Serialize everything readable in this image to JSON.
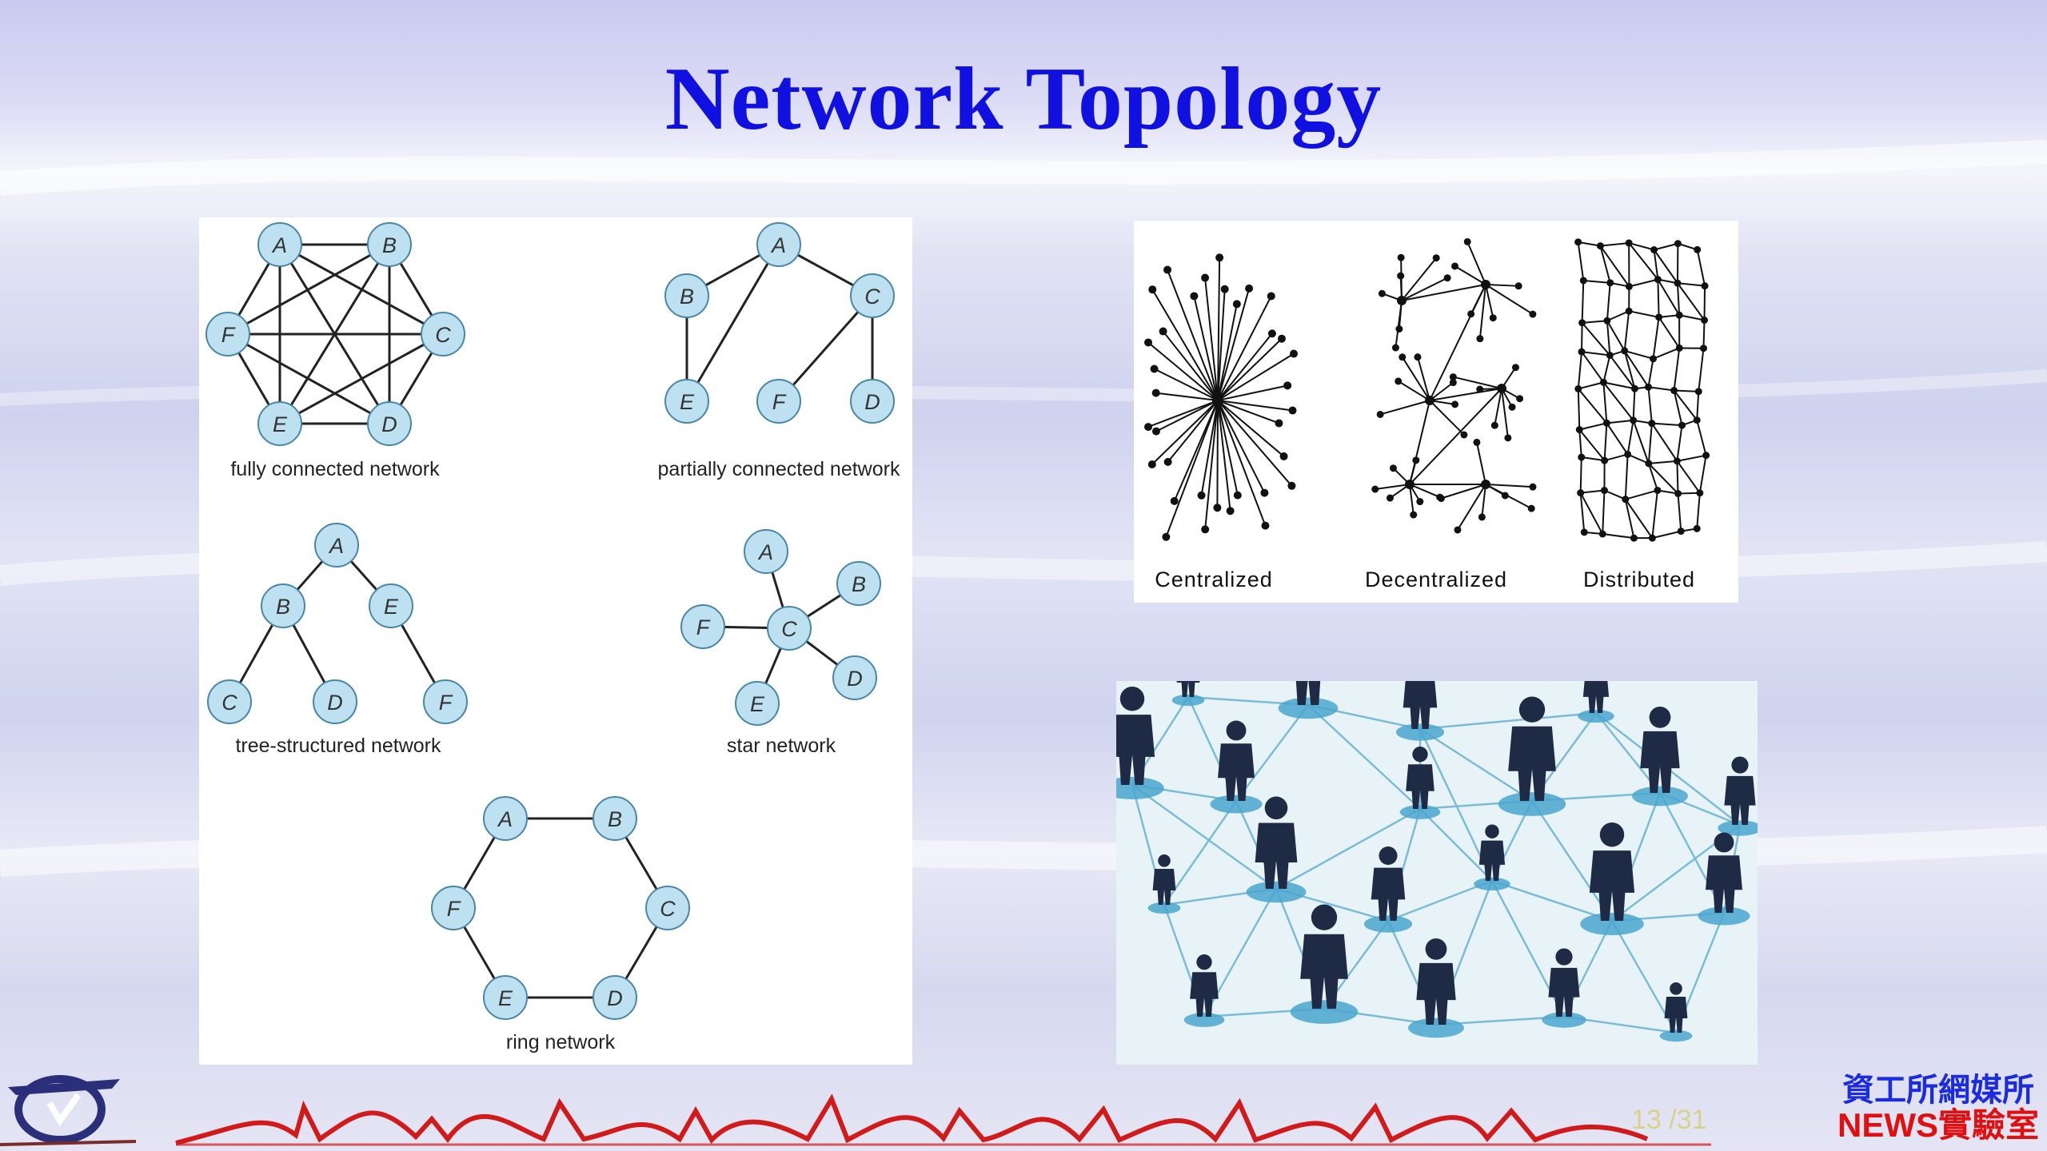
{
  "title": "Network Topology",
  "topologies": {
    "fully_connected": "fully connected network",
    "partially_connected": "partially connected network",
    "tree_structured": "tree-structured network",
    "star": "star network",
    "ring": "ring network"
  },
  "node_labels": [
    "A",
    "B",
    "C",
    "D",
    "E",
    "F"
  ],
  "network_types": [
    "Centralized",
    "Decentralized",
    "Distributed"
  ],
  "page_number": "13 /31",
  "brand": {
    "line1": "資工所網媒所",
    "line2": "NEWS實驗室"
  },
  "colors": {
    "title": "#1010e0",
    "node_fill": "#bde1f0",
    "brand_blue": "#1a2be0",
    "brand_red": "#e01010",
    "people": "#1f2a44",
    "mesh": "#6fb7d4"
  }
}
